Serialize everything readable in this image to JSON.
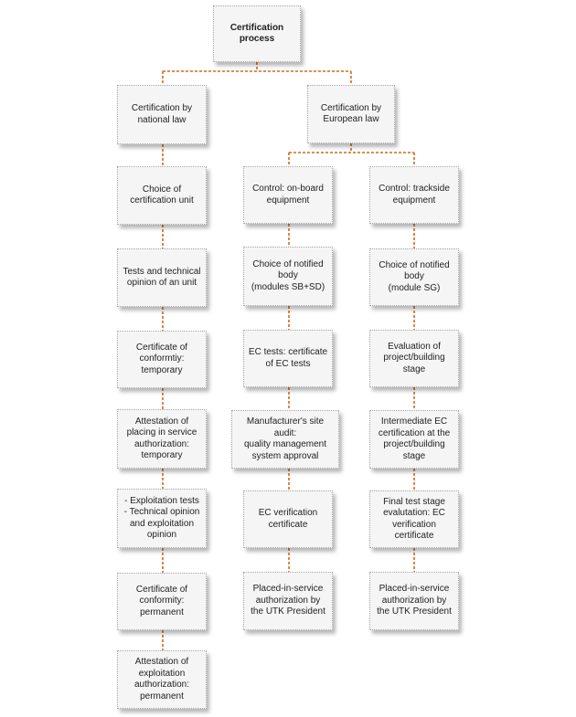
{
  "style": {
    "connector_color": "#d2691e",
    "box_fill": "#f5f5f5"
  },
  "nodes": {
    "root": "Certification\nprocess",
    "national": "Certification by\nnational law",
    "european": "Certification by\nEuropean law",
    "n1": "Choice of\ncertification unit",
    "n2": "Tests and technical\nopinion of an unit",
    "n3": "Certificate of\nconformtiy:\ntemporary",
    "n4": "Attestation of\nplacing in service\nauthorization:\ntemporary",
    "n5": "- Exploitation tests\n- Technical opinion\nand exploitation\nopinion",
    "n6": "Certificate of\nconformity:\npermanent",
    "n7": "Attestation of\nexploitation\nauthorization:\npermanent",
    "o1": "Control: on-board\nequipment",
    "o2": "Choice of notified\nbody\n(modules SB+SD)",
    "o3": "EC tests: certificate\nof EC tests",
    "o4": "Manufacturer's site audit:\nquality management\nsystem approval",
    "o5": "EC verification\ncertificate",
    "o6": "Placed-in-service\nauthorization by\nthe UTK President",
    "t1": "Control: trackside\nequipment",
    "t2": "Choice of notified\nbody\n(module SG)",
    "t3": "Evaluation of\nproject/building\nstage",
    "t4": "Intermediate EC\ncertification at the\nproject/building\nstage",
    "t5": "Final test stage\nevalutation: EC\nverification\ncertificate",
    "t6": "Placed-in-service\nauthorization by\nthe UTK President"
  }
}
